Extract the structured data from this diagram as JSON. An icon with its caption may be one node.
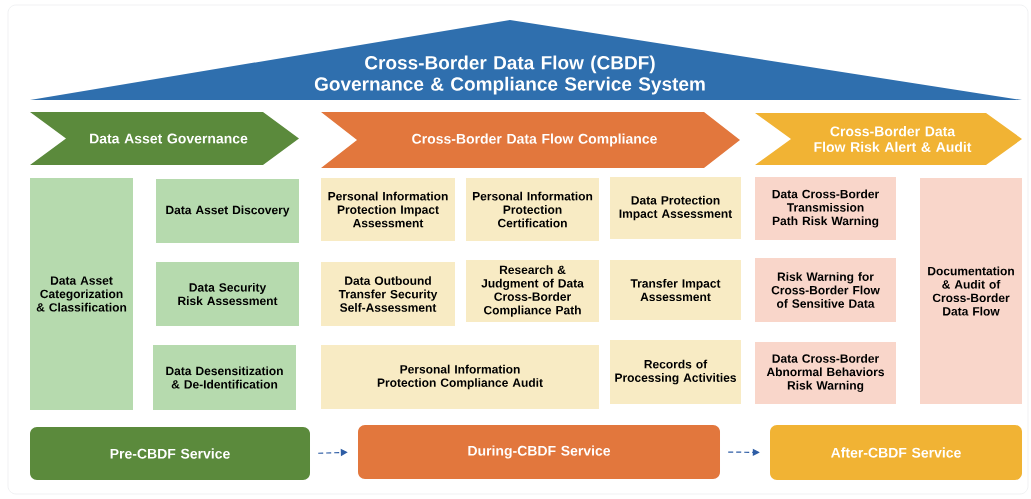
{
  "diagram": {
    "nodes": [
      {
        "text": [
          "Cross-Border Data Flow (CBDF) Governance & Compliance Service System"
        ]
      },
      {
        "text": [
          "Data Asset Governance"
        ]
      },
      {
        "text": [
          "Cross-Border Data Flow Compliance"
        ]
      },
      {
        "text": [
          "Cross-Border Data Flow Risk Alert & Audit"
        ]
      },
      {
        "text": [
          "Data Asset Categorization & Classification"
        ]
      },
      {
        "text": [
          "Data Asset Discovery"
        ]
      },
      {
        "text": [
          "Data Security Risk Assessment"
        ]
      },
      {
        "text": [
          "Data Desensitization & De-Identification"
        ]
      },
      {
        "text": [
          "Personal Information Protection Impact Assessment"
        ]
      },
      {
        "text": [
          "Personal Information Protection Certification"
        ]
      },
      {
        "text": [
          "Data Protection Impact Assessment"
        ]
      },
      {
        "text": [
          "Data Outbound Transfer Security Self-Assessment"
        ]
      },
      {
        "text": [
          "Research & Judgment of Data Cross-Border Compliance Path"
        ]
      },
      {
        "text": [
          "Transfer Impact Assessment"
        ]
      },
      {
        "text": [
          "Personal Information Protection Compliance Audit"
        ]
      },
      {
        "text": [
          "Records of Processing Activities"
        ]
      },
      {
        "text": [
          "Data Cross-Border Transmission Path Risk Warning"
        ]
      },
      {
        "text": [
          "Risk Warning for Cross-Border Flow of Sensitive Data"
        ]
      },
      {
        "text": [
          "Data Cross-Border Abnormal Behaviors Risk Warning"
        ]
      },
      {
        "text": [
          "Documentation & Audit of Cross-Border Data Flow"
        ]
      },
      {
        "text": [
          "Pre-CBDF Service"
        ]
      },
      {
        "text": [
          "During-CBDF Service"
        ]
      },
      {
        "text": [
          "After-CBDF Service"
        ]
      }
    ],
    "edges": [
      {
        "from": 20,
        "to": 21,
        "arrow": "to",
        "style": "dashed"
      },
      {
        "from": 21,
        "to": 22,
        "arrow": "to",
        "style": "dashed"
      }
    ]
  }
}
